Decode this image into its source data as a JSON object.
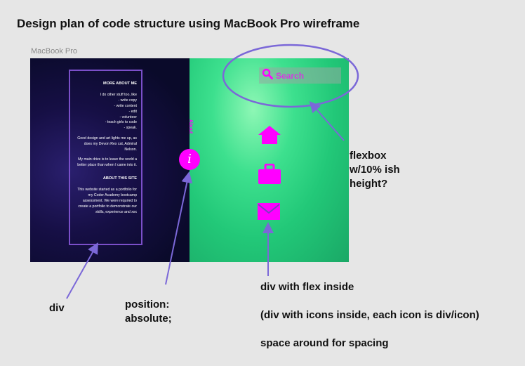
{
  "title": "Design plan of code structure using MacBook Pro wireframe",
  "frame_label": "MacBook Pro",
  "about_box": {
    "heading1": "MORE ABOUT ME",
    "para1": "I do other stuff too, like\n- write copy\n- write content\n- edit\n- volunteer\n- teach girls to code\n- speak.",
    "para2": "Good design and art lights me up, as does my Devon Rex cat, Admiral Nelson.",
    "para3": "My main drive is to leave the world a better place than when I came into it.",
    "heading2": "ABOUT THIS SITE",
    "para4": "This website started as a portfolio for my Coder Academy bootcamp assessment. We were required to create a portfolio to demonstrate our skills, experience and xxx"
  },
  "search": {
    "placeholder": "Search"
  },
  "about_vertical": "About",
  "info_glyph": "i",
  "icons": [
    "home-icon",
    "briefcase-icon",
    "mail-icon"
  ],
  "annotations": {
    "flexbox": "flexbox\nw/10% ish\nheight?",
    "div": "div",
    "position": "position:\nabsolute;",
    "flex_inside": "div with flex inside",
    "icons_inside": "(div with icons inside, each icon is div/icon)",
    "space_around": "space around for spacing"
  },
  "colors": {
    "accent": "#ff00ff",
    "annotation_line": "#7b68d8",
    "green": "#2ed17f",
    "navy": "#0f0d33"
  }
}
